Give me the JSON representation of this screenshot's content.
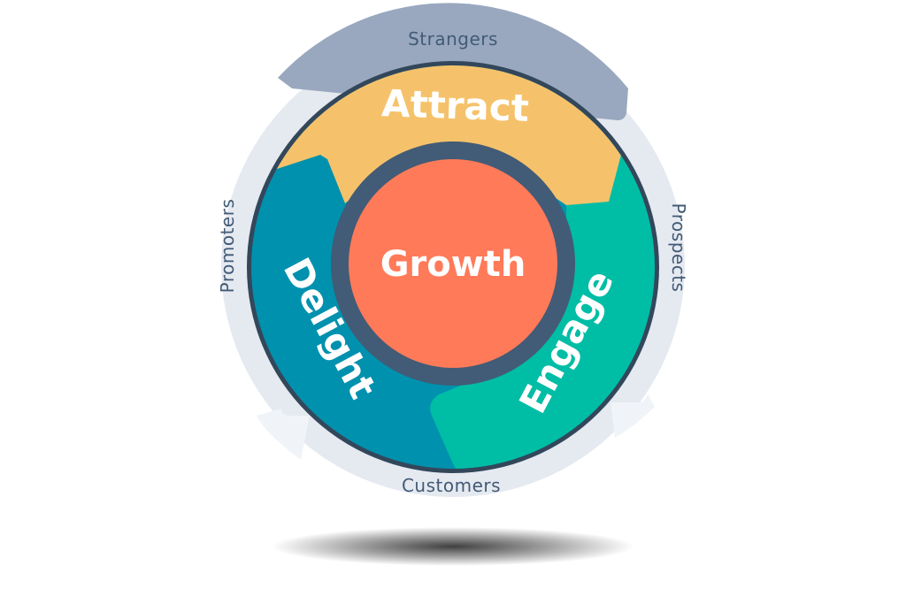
{
  "outer_ring": {
    "top_label": "Strangers",
    "right_label": "Prospects",
    "bottom_label": "Customers",
    "left_label": "Promoters"
  },
  "segments": {
    "attract": {
      "label": "Attract",
      "color": "#f5c26b"
    },
    "engage": {
      "label": "Engage",
      "color": "#00bda5"
    },
    "delight": {
      "label": "Delight",
      "color": "#0091ae"
    }
  },
  "center": {
    "label": "Growth",
    "color": "#ff7a59",
    "ring_color": "#425b76"
  },
  "colors": {
    "outer_ring": "#e5e9f0",
    "outer_ring_top": "#99a8bf",
    "rim": "#33475b",
    "text": "#425b76"
  }
}
